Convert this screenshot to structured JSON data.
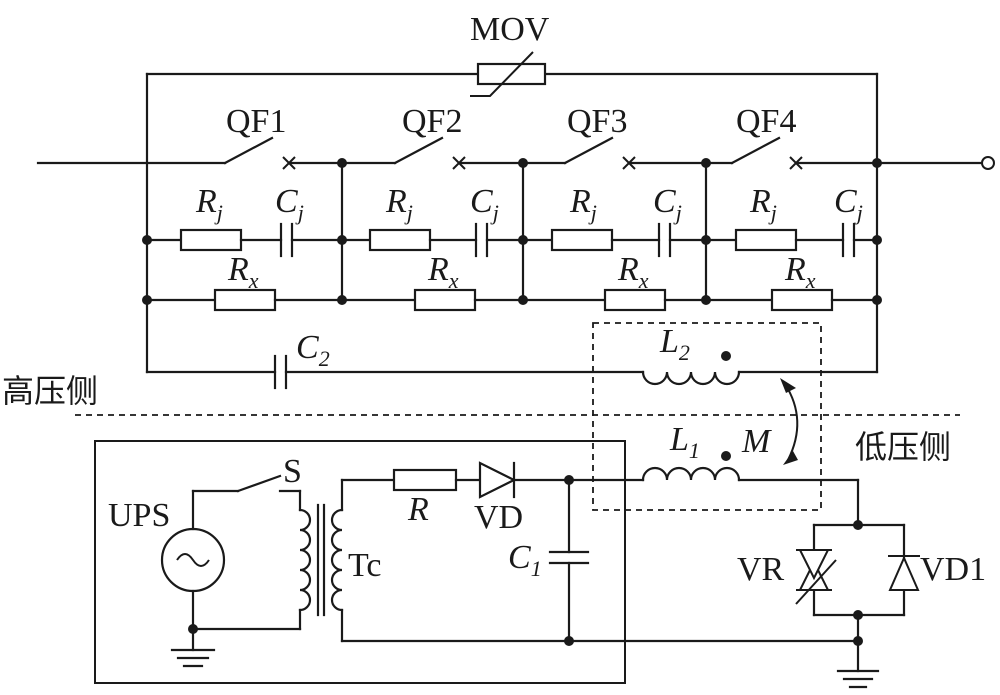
{
  "labels": {
    "mov": "MOV",
    "qf1": "QF1",
    "qf2": "QF2",
    "qf3": "QF3",
    "qf4": "QF4",
    "rj_main": "R",
    "rj_sub": "j",
    "cj_main": "C",
    "cj_sub": "j",
    "rx_main": "R",
    "rx_sub": "x",
    "c2_main": "C",
    "c2_sub": "2",
    "l2_main": "L",
    "l2_sub": "2",
    "l1_main": "L",
    "l1_sub": "1",
    "c1_main": "C",
    "c1_sub": "1",
    "m": "M",
    "high_side": "高压侧",
    "low_side": "低压侧",
    "ups": "UPS",
    "s": "S",
    "tc": "Tc",
    "r": "R",
    "vd": "VD",
    "vr": "VR",
    "vd1": "VD1"
  }
}
